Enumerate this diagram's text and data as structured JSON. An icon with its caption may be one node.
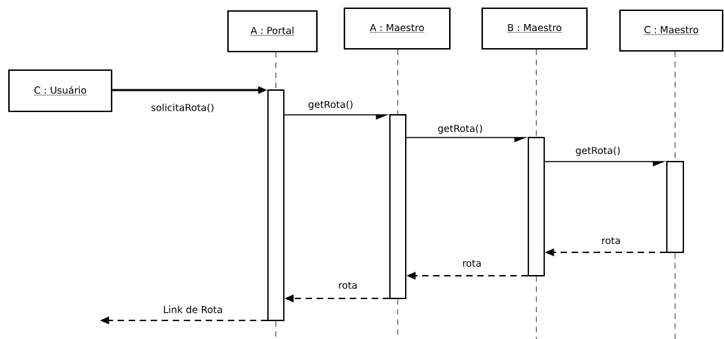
{
  "diagram": {
    "nodes": [
      {
        "text": [
          "C : Usuário"
        ]
      },
      {
        "text": [
          "A : Portal"
        ]
      },
      {
        "text": [
          "A : Maestro"
        ]
      },
      {
        "text": [
          "B : Maestro"
        ]
      },
      {
        "text": [
          "C : Maestro"
        ]
      },
      {
        "text": [],
        "shape": "bar"
      },
      {
        "text": [],
        "shape": "bar"
      },
      {
        "text": [],
        "shape": "bar"
      },
      {
        "text": [],
        "shape": "bar"
      }
    ],
    "edges": [
      {
        "from": 0,
        "to": 5,
        "arrow": "to",
        "label": "solicitaRota()",
        "style": "thick"
      },
      {
        "from": 5,
        "to": 6,
        "arrow": "to",
        "label": "getRota()"
      },
      {
        "from": 6,
        "to": 7,
        "arrow": "to",
        "label": "getRota()"
      },
      {
        "from": 7,
        "to": 8,
        "arrow": "to",
        "label": "getRota()"
      },
      {
        "from": 8,
        "to": 7,
        "arrow": "to",
        "label": "rota",
        "style": "dashed"
      },
      {
        "from": 7,
        "to": 6,
        "arrow": "to",
        "label": "rota",
        "style": "dashed"
      },
      {
        "from": 6,
        "to": 5,
        "arrow": "to",
        "label": "rota",
        "style": "dashed"
      },
      {
        "from": 5,
        "to": null,
        "arrow": "to",
        "label": "Link de Rota",
        "style": "dashed"
      },
      {
        "from": 1,
        "to": 5,
        "arrow": "none",
        "style": "dashed",
        "color": "#444444"
      },
      {
        "from": 2,
        "to": 6,
        "arrow": "none",
        "style": "dashed",
        "color": "#444444"
      },
      {
        "from": 3,
        "to": 7,
        "arrow": "none",
        "style": "dashed",
        "color": "#444444"
      },
      {
        "from": 4,
        "to": 8,
        "arrow": "none",
        "style": "dashed",
        "color": "#444444"
      },
      {
        "from": 5,
        "to": null,
        "arrow": "none",
        "style": "dashed",
        "color": "#444444"
      },
      {
        "from": 6,
        "to": null,
        "arrow": "none",
        "style": "dashed",
        "color": "#444444"
      },
      {
        "from": 7,
        "to": null,
        "arrow": "none",
        "style": "dashed",
        "color": "#444444"
      },
      {
        "from": 8,
        "to": null,
        "arrow": "none",
        "style": "dashed",
        "color": "#444444"
      }
    ]
  }
}
